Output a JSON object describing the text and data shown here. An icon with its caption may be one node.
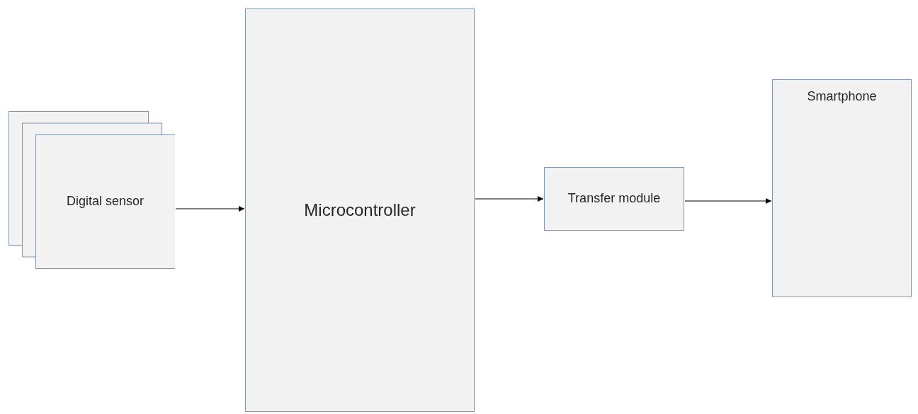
{
  "diagram": {
    "nodes": [
      {
        "text": [
          "Digital sensor"
        ]
      },
      {
        "text": [
          "Microcontroller"
        ]
      },
      {
        "text": [
          "Transfer module"
        ]
      },
      {
        "text": [
          "Smartphone"
        ]
      }
    ],
    "edges": [
      {
        "from": 0,
        "to": 1,
        "arrow": "to"
      },
      {
        "from": 1,
        "to": 2,
        "arrow": "to"
      },
      {
        "from": 2,
        "to": 3,
        "arrow": "to"
      }
    ]
  }
}
